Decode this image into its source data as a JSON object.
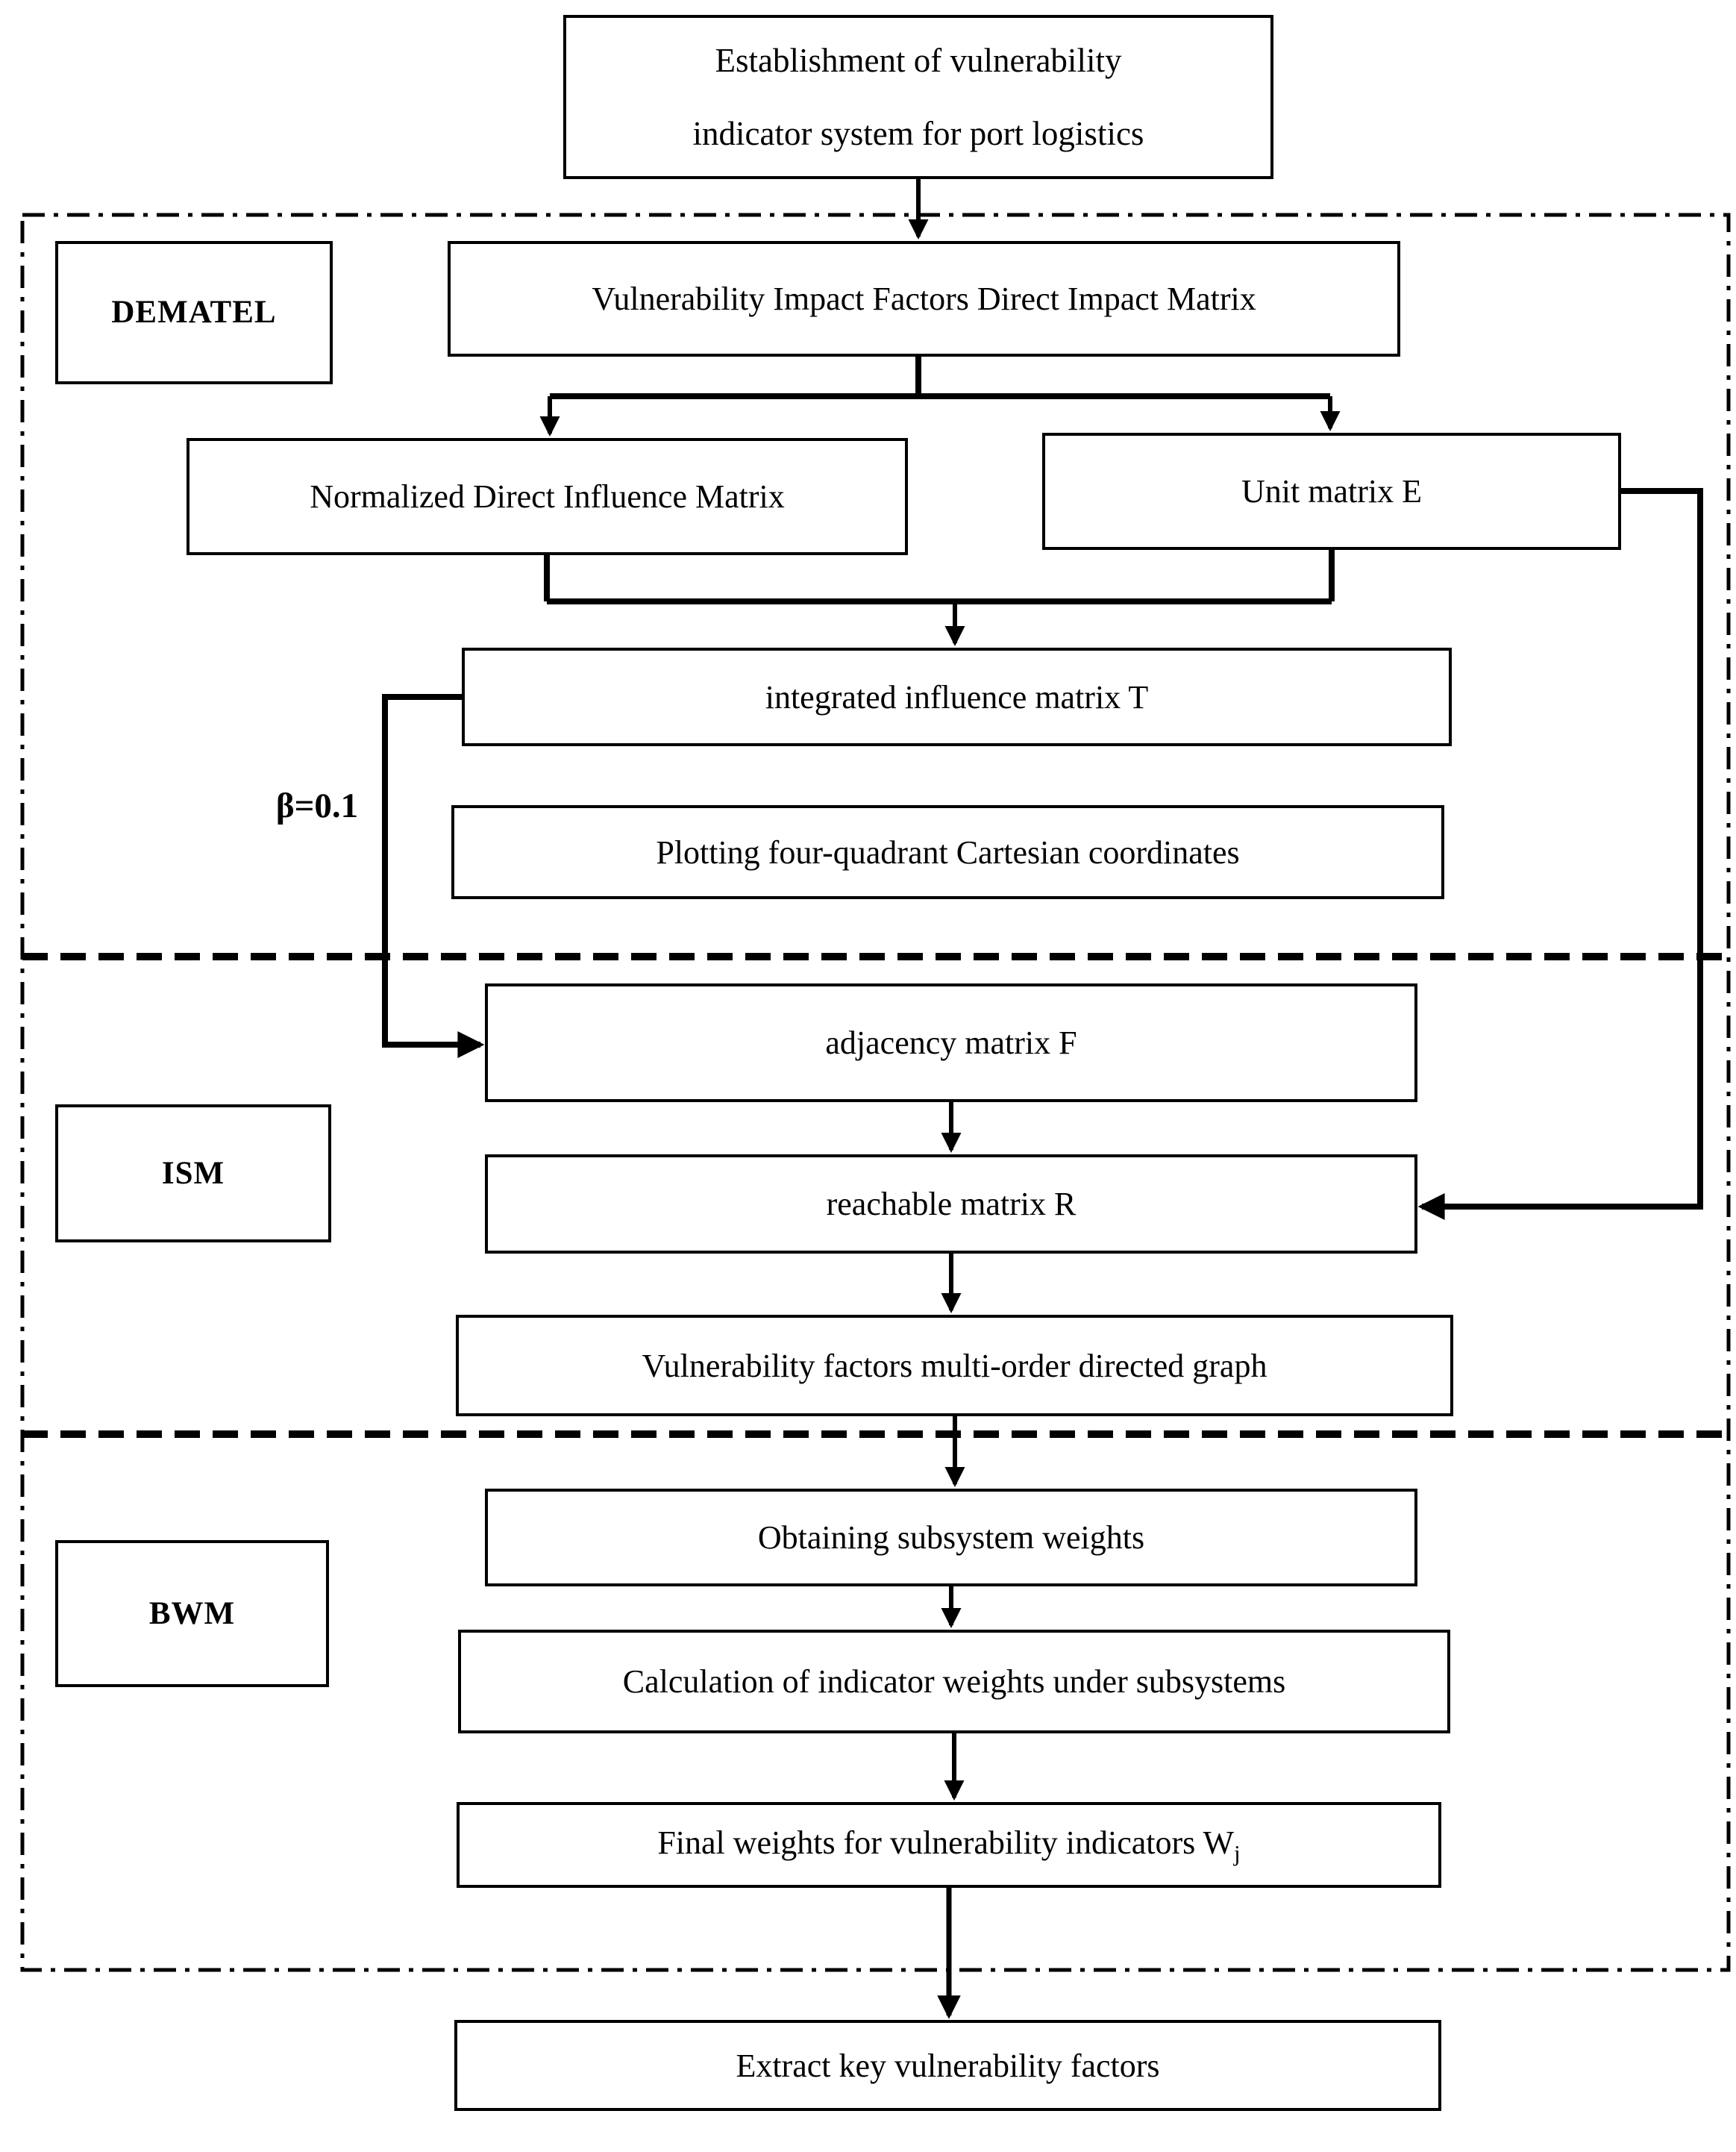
{
  "figure": {
    "title": {
      "line1": "Establishment of vulnerability",
      "line2": "indicator system for port logistics"
    },
    "section_labels": {
      "dematel": "DEMATEL",
      "ism": "ISM",
      "bwm": "BWM"
    },
    "nodes": {
      "vuln_impact": "Vulnerability Impact Factors Direct Impact Matrix",
      "normalized": "Normalized Direct Influence Matrix",
      "unit_e": "Unit matrix E",
      "integrated_t": "integrated influence matrix T",
      "plotting": "Plotting four-quadrant Cartesian coordinates",
      "adjacency": "adjacency matrix F",
      "reachable": "reachable matrix R",
      "multi_order": "Vulnerability factors multi-order directed graph",
      "obtaining": "Obtaining subsystem weights",
      "calculation": "Calculation of indicator weights under subsystems",
      "final_weights_main": "Final weights for vulnerability indicators W",
      "final_weights_sub": "j",
      "extract": "Extract key vulnerability factors"
    },
    "annotations": {
      "beta": "β=0.1"
    },
    "colors": {
      "line": "#000000",
      "background": "#ffffff",
      "text": "#000000"
    }
  }
}
